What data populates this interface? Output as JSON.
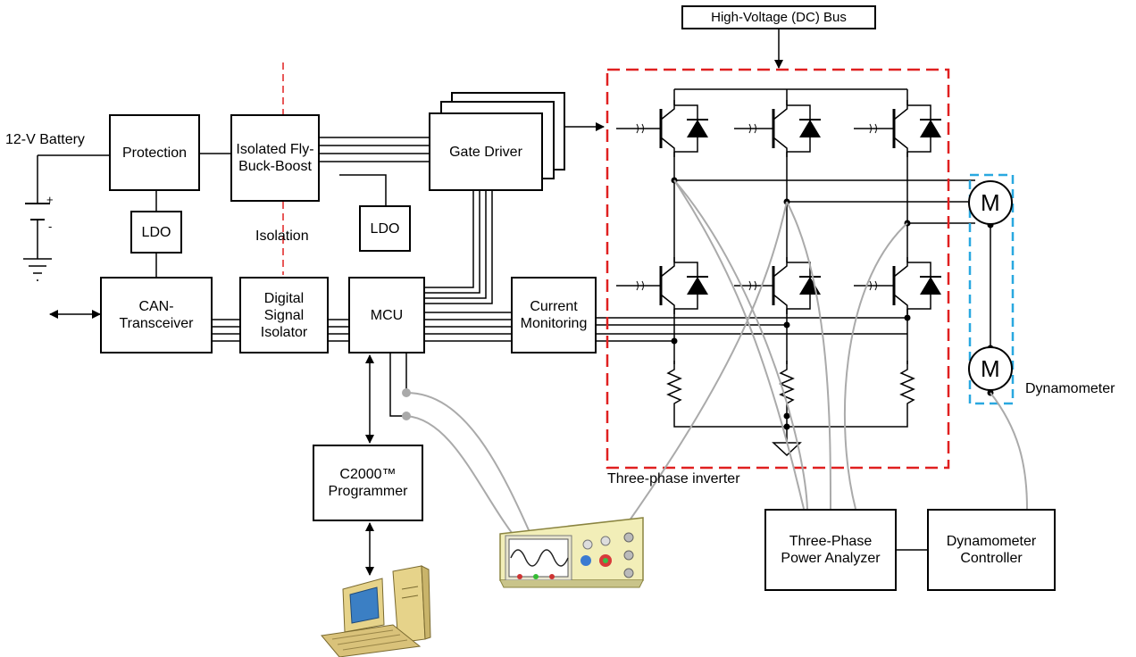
{
  "blocks": {
    "hv_bus": "High-Voltage (DC) Bus",
    "protection": "Protection",
    "flybuck": "Isolated Fly-\nBuck-Boost",
    "gate_driver": "Gate Driver",
    "ldo_left": "LDO",
    "ldo_right": "LDO",
    "can": "CAN-\nTransceiver",
    "dsi": "Digital\nSignal\nIsolator",
    "mcu": "MCU",
    "current_mon": "Current\nMonitoring",
    "programmer": "C2000™\nProgrammer",
    "power_analyzer": "Three-Phase\nPower Analyzer",
    "dyno_controller": "Dynamometer\nController"
  },
  "labels": {
    "battery": "12-V Battery",
    "isolation": "Isolation",
    "inverter": "Three-phase inverter",
    "dynamometer": "Dynamometer",
    "plus": "+",
    "minus": "-",
    "motor_top": "M",
    "motor_bottom": "M"
  },
  "colors": {
    "inverter_boundary": "#e02020",
    "isolation_line": "#e02020",
    "dyno_boundary": "#29a8e0",
    "probe_wires": "#aaaaaa"
  },
  "icons": [
    "oscilloscope-icon",
    "computer-icon",
    "igbt-icon",
    "motor-icon",
    "ground-icon",
    "battery-icon",
    "resistor-icon"
  ]
}
